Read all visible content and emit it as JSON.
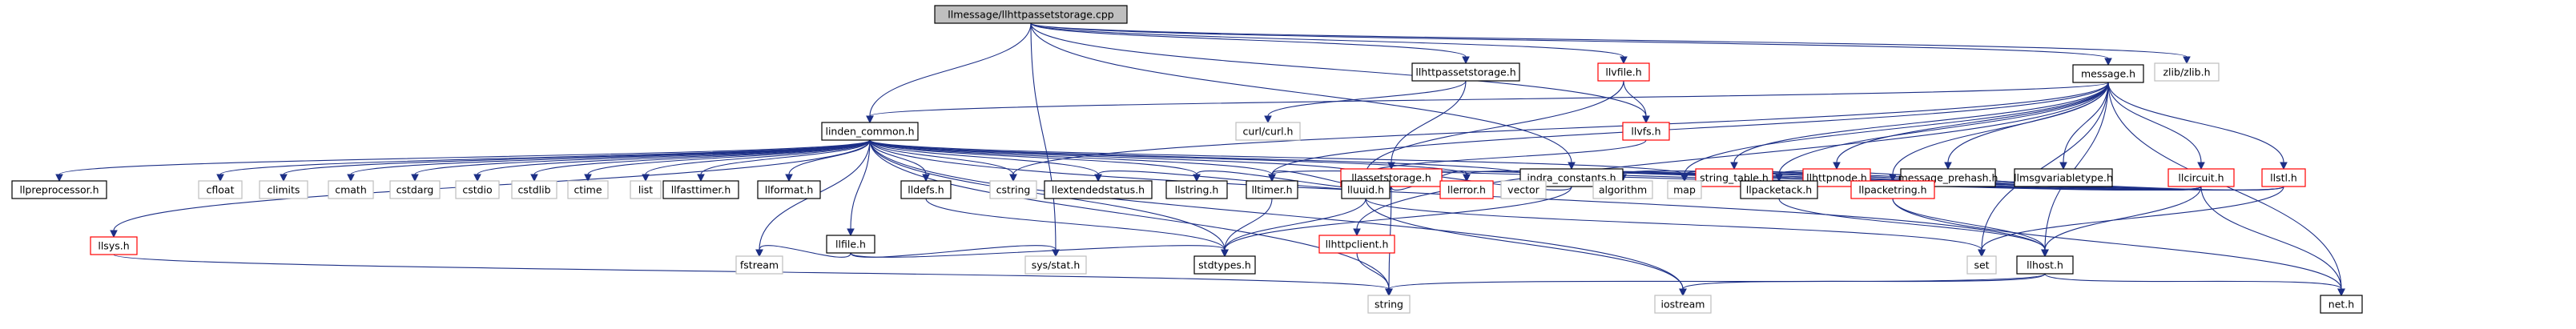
{
  "graph": {
    "colors": {
      "edge": "#1c2f86",
      "root_fill": "#bfbfbf",
      "root_border": "#000000",
      "documented_border": "#000000",
      "undocumented_border": "#ff0000",
      "external_border": "#bfbfbf",
      "node_fill": "#ffffff"
    },
    "nodes": [
      {
        "id": "root",
        "label": "llmessage/llhttpassetstorage.cpp",
        "kind": "root"
      },
      {
        "id": "llhttpassetstorage_h",
        "label": "llhttpassetstorage.h",
        "kind": "documented"
      },
      {
        "id": "llvfile_h",
        "label": "llvfile.h",
        "kind": "undocumented"
      },
      {
        "id": "message_h",
        "label": "message.h",
        "kind": "documented"
      },
      {
        "id": "zlib_h",
        "label": "zlib/zlib.h",
        "kind": "external"
      },
      {
        "id": "linden_common_h",
        "label": "linden_common.h",
        "kind": "documented"
      },
      {
        "id": "curl_h",
        "label": "curl/curl.h",
        "kind": "external"
      },
      {
        "id": "llassetstorage_h",
        "label": "llassetstorage.h",
        "kind": "undocumented"
      },
      {
        "id": "indra_constants_h",
        "label": "indra_constants.h",
        "kind": "documented"
      },
      {
        "id": "llvfs_h",
        "label": "llvfs.h",
        "kind": "undocumented"
      },
      {
        "id": "string_table_h",
        "label": "string_table.h",
        "kind": "undocumented"
      },
      {
        "id": "llhttpnode_h",
        "label": "llhttpnode.h",
        "kind": "undocumented"
      },
      {
        "id": "message_prehash_h",
        "label": "message_prehash.h",
        "kind": "documented"
      },
      {
        "id": "llmsgvariabletype_h",
        "label": "llmsgvariabletype.h",
        "kind": "documented"
      },
      {
        "id": "llcircuit_h",
        "label": "llcircuit.h",
        "kind": "undocumented"
      },
      {
        "id": "llstl_h",
        "label": "llstl.h",
        "kind": "undocumented"
      },
      {
        "id": "llpreprocessor_h",
        "label": "llpreprocessor.h",
        "kind": "documented"
      },
      {
        "id": "llsys_h",
        "label": "llsys.h",
        "kind": "undocumented"
      },
      {
        "id": "cfloat",
        "label": "cfloat",
        "kind": "external"
      },
      {
        "id": "climits",
        "label": "climits",
        "kind": "external"
      },
      {
        "id": "cmath",
        "label": "cmath",
        "kind": "external"
      },
      {
        "id": "cstdarg",
        "label": "cstdarg",
        "kind": "external"
      },
      {
        "id": "cstdio",
        "label": "cstdio",
        "kind": "external"
      },
      {
        "id": "cstdlib",
        "label": "cstdlib",
        "kind": "external"
      },
      {
        "id": "ctime",
        "label": "ctime",
        "kind": "external"
      },
      {
        "id": "list",
        "label": "list",
        "kind": "external"
      },
      {
        "id": "llfasttimer_h",
        "label": "llfasttimer.h",
        "kind": "documented"
      },
      {
        "id": "llformat_h",
        "label": "llformat.h",
        "kind": "documented"
      },
      {
        "id": "llfile_h",
        "label": "llfile.h",
        "kind": "documented"
      },
      {
        "id": "lldefs_h",
        "label": "lldefs.h",
        "kind": "documented"
      },
      {
        "id": "cstring",
        "label": "cstring",
        "kind": "external"
      },
      {
        "id": "llextendedstatus_h",
        "label": "llextendedstatus.h",
        "kind": "documented"
      },
      {
        "id": "llstring_h",
        "label": "llstring.h",
        "kind": "documented"
      },
      {
        "id": "lltimer_h",
        "label": "lltimer.h",
        "kind": "documented"
      },
      {
        "id": "lluuid_h",
        "label": "lluuid.h",
        "kind": "documented"
      },
      {
        "id": "llerror_h",
        "label": "llerror.h",
        "kind": "undocumented"
      },
      {
        "id": "vector",
        "label": "vector",
        "kind": "external"
      },
      {
        "id": "algorithm",
        "label": "algorithm",
        "kind": "external"
      },
      {
        "id": "map",
        "label": "map",
        "kind": "external"
      },
      {
        "id": "llpacketack_h",
        "label": "llpacketack.h",
        "kind": "documented"
      },
      {
        "id": "llpacketring_h",
        "label": "llpacketring.h",
        "kind": "undocumented"
      },
      {
        "id": "fstream",
        "label": "fstream",
        "kind": "external"
      },
      {
        "id": "sys_stat_h",
        "label": "sys/stat.h",
        "kind": "external"
      },
      {
        "id": "stdtypes_h",
        "label": "stdtypes.h",
        "kind": "documented"
      },
      {
        "id": "set",
        "label": "set",
        "kind": "external"
      },
      {
        "id": "llhttpclient_h",
        "label": "llhttpclient.h",
        "kind": "undocumented"
      },
      {
        "id": "llhost_h",
        "label": "llhost.h",
        "kind": "documented"
      },
      {
        "id": "string",
        "label": "string",
        "kind": "external"
      },
      {
        "id": "iostream",
        "label": "iostream",
        "kind": "external"
      },
      {
        "id": "net_h",
        "label": "net.h",
        "kind": "documented"
      }
    ],
    "edges": [
      [
        "root",
        "llhttpassetstorage_h"
      ],
      [
        "root",
        "llvfile_h"
      ],
      [
        "root",
        "message_h"
      ],
      [
        "root",
        "zlib_h"
      ],
      [
        "root",
        "linden_common_h"
      ],
      [
        "root",
        "indra_constants_h"
      ],
      [
        "root",
        "llvfs_h"
      ],
      [
        "root",
        "sys_stat_h"
      ],
      [
        "llhttpassetstorage_h",
        "curl_h"
      ],
      [
        "llhttpassetstorage_h",
        "llassetstorage_h"
      ],
      [
        "llvfile_h",
        "llvfs_h"
      ],
      [
        "llvfile_h",
        "lluuid_h"
      ],
      [
        "message_h",
        "linden_common_h"
      ],
      [
        "message_h",
        "string_table_h"
      ],
      [
        "message_h",
        "llhttpnode_h"
      ],
      [
        "message_h",
        "message_prehash_h"
      ],
      [
        "message_h",
        "llmsgvariabletype_h"
      ],
      [
        "message_h",
        "llcircuit_h"
      ],
      [
        "message_h",
        "llstl_h"
      ],
      [
        "message_h",
        "llpacketring_h"
      ],
      [
        "message_h",
        "llhost_h"
      ],
      [
        "message_h",
        "net_h"
      ],
      [
        "message_h",
        "set"
      ],
      [
        "message_h",
        "cstring"
      ],
      [
        "message_h",
        "map"
      ],
      [
        "message_h",
        "llhttpclient_h"
      ],
      [
        "message_h",
        "lltimer_h"
      ],
      [
        "message_h",
        "llpacketack_h"
      ],
      [
        "linden_common_h",
        "llpreprocessor_h"
      ],
      [
        "linden_common_h",
        "llsys_h"
      ],
      [
        "linden_common_h",
        "cfloat"
      ],
      [
        "linden_common_h",
        "climits"
      ],
      [
        "linden_common_h",
        "cmath"
      ],
      [
        "linden_common_h",
        "cstdarg"
      ],
      [
        "linden_common_h",
        "cstdio"
      ],
      [
        "linden_common_h",
        "cstdlib"
      ],
      [
        "linden_common_h",
        "ctime"
      ],
      [
        "linden_common_h",
        "list"
      ],
      [
        "linden_common_h",
        "llfasttimer_h"
      ],
      [
        "linden_common_h",
        "llformat_h"
      ],
      [
        "linden_common_h",
        "llfile_h"
      ],
      [
        "linden_common_h",
        "lldefs_h"
      ],
      [
        "linden_common_h",
        "cstring"
      ],
      [
        "linden_common_h",
        "llextendedstatus_h"
      ],
      [
        "linden_common_h",
        "llstring_h"
      ],
      [
        "linden_common_h",
        "lltimer_h"
      ],
      [
        "linden_common_h",
        "lluuid_h"
      ],
      [
        "linden_common_h",
        "llerror_h"
      ],
      [
        "linden_common_h",
        "vector"
      ],
      [
        "linden_common_h",
        "map"
      ],
      [
        "linden_common_h",
        "fstream"
      ],
      [
        "linden_common_h",
        "stdtypes_h"
      ],
      [
        "linden_common_h",
        "string"
      ],
      [
        "linden_common_h",
        "iostream"
      ],
      [
        "linden_common_h",
        "llhost_h"
      ],
      [
        "llassetstorage_h",
        "llextendedstatus_h"
      ],
      [
        "llassetstorage_h",
        "llstring_h"
      ],
      [
        "llassetstorage_h",
        "lltimer_h"
      ],
      [
        "llassetstorage_h",
        "lluuid_h"
      ],
      [
        "llassetstorage_h",
        "llerror_h"
      ],
      [
        "llassetstorage_h",
        "string"
      ],
      [
        "indra_constants_h",
        "lluuid_h"
      ],
      [
        "indra_constants_h",
        "stdtypes_h"
      ],
      [
        "llvfs_h",
        "lluuid_h"
      ],
      [
        "llcircuit_h",
        "lluuid_h"
      ],
      [
        "llcircuit_h",
        "lltimer_h"
      ],
      [
        "llcircuit_h",
        "llerror_h"
      ],
      [
        "llcircuit_h",
        "vector"
      ],
      [
        "llcircuit_h",
        "algorithm"
      ],
      [
        "llcircuit_h",
        "map"
      ],
      [
        "llcircuit_h",
        "llpacketack_h"
      ],
      [
        "llcircuit_h",
        "llhost_h"
      ],
      [
        "llcircuit_h",
        "net_h"
      ],
      [
        "llstl_h",
        "llerror_h"
      ],
      [
        "llstl_h",
        "vector"
      ],
      [
        "llstl_h",
        "algorithm"
      ],
      [
        "llstl_h",
        "map"
      ],
      [
        "llstl_h",
        "set"
      ],
      [
        "llfile_h",
        "fstream"
      ],
      [
        "llfile_h",
        "sys_stat_h"
      ],
      [
        "llfile_h",
        "stdtypes_h"
      ],
      [
        "lldefs_h",
        "stdtypes_h"
      ],
      [
        "lltimer_h",
        "stdtypes_h"
      ],
      [
        "lluuid_h",
        "stdtypes_h"
      ],
      [
        "lluuid_h",
        "iostream"
      ],
      [
        "lluuid_h",
        "set"
      ],
      [
        "llsys_h",
        "string"
      ],
      [
        "llpacketack_h",
        "llhost_h"
      ],
      [
        "llpacketring_h",
        "llhost_h"
      ],
      [
        "llpacketring_h",
        "net_h"
      ],
      [
        "llhttpclient_h",
        "string"
      ],
      [
        "llhost_h",
        "string"
      ],
      [
        "llhost_h",
        "iostream"
      ],
      [
        "llhost_h",
        "net_h"
      ]
    ]
  }
}
